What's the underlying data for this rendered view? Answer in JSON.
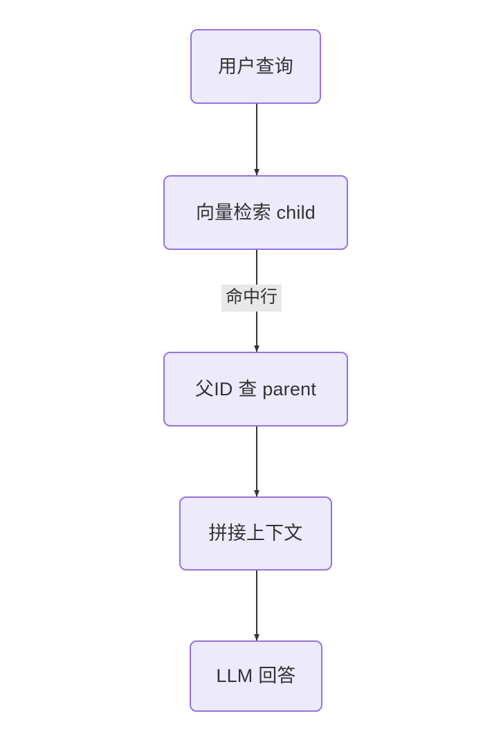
{
  "diagram": {
    "type": "flowchart",
    "direction": "top-down",
    "title": "",
    "background_color": "#FFFFFF",
    "node_style": {
      "fill": "#ECEAFB",
      "stroke": "#9672E0",
      "text_color": "#333333",
      "shape": "rounded-rectangle"
    },
    "edge_style": {
      "stroke": "#333333",
      "arrowhead": "filled-triangle"
    },
    "edge_label_style": {
      "background": "#E8E8E8",
      "text_color": "#333333"
    },
    "nodes": [
      {
        "id": "user-query",
        "label": "用户查询"
      },
      {
        "id": "vector-search",
        "label": "向量检索 child"
      },
      {
        "id": "parent-lookup",
        "label": "父ID 查 parent"
      },
      {
        "id": "build-context",
        "label": "拼接上下文"
      },
      {
        "id": "llm-answer",
        "label": "LLM 回答"
      }
    ],
    "edges": [
      {
        "from": "user-query",
        "to": "vector-search",
        "label": ""
      },
      {
        "from": "vector-search",
        "to": "parent-lookup",
        "label": "命中行"
      },
      {
        "from": "parent-lookup",
        "to": "build-context",
        "label": ""
      },
      {
        "from": "build-context",
        "to": "llm-answer",
        "label": ""
      }
    ]
  }
}
